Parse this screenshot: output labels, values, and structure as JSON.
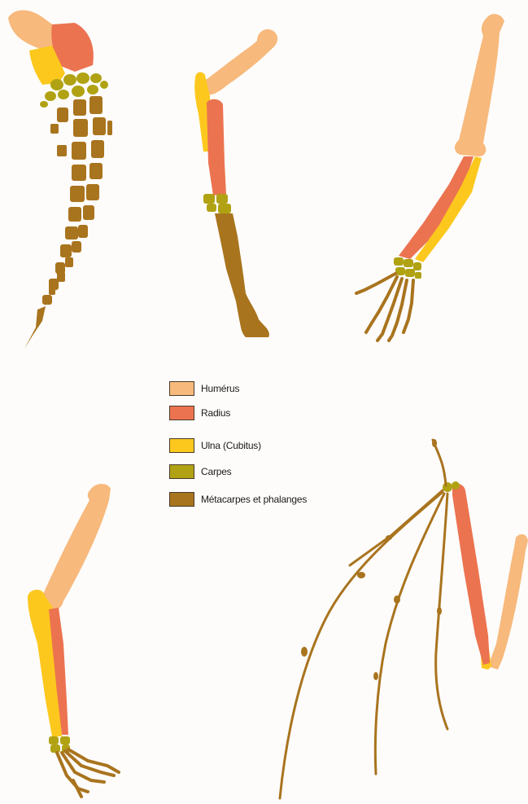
{
  "colors": {
    "humerus": "#f7b97c",
    "radius": "#ec7350",
    "ulna": "#fcc81e",
    "carpes": "#b0a213",
    "metacarpes": "#a9741e",
    "outline": "#4a3a2a",
    "background": "#fdfcfb"
  },
  "legend": {
    "items": [
      {
        "key": "humerus",
        "label": "Humérus"
      },
      {
        "key": "radius",
        "label": "Radius"
      },
      {
        "key": "ulna",
        "label": "Ulna (Cubitus)"
      },
      {
        "key": "carpes",
        "label": "Carpes"
      },
      {
        "key": "metacarpes",
        "label": "Métacarpes et phalanges"
      }
    ]
  }
}
